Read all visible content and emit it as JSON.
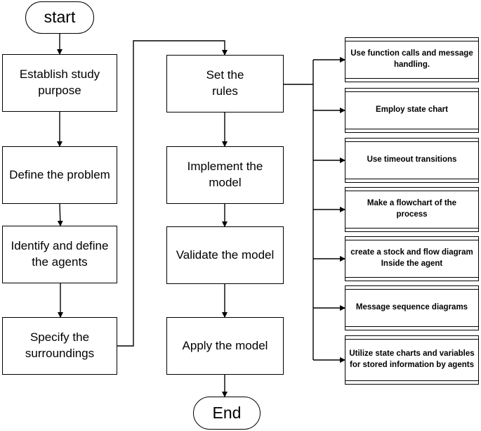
{
  "flow": {
    "start": "start",
    "end": "End",
    "column1": [
      "Establish study\npurpose",
      "Define the problem",
      "Identify and define\nthe agents",
      "Specify the\nsurroundings"
    ],
    "column2": [
      "Set the\nrules",
      "Implement the\nmodel",
      "Validate the model",
      "Apply the model"
    ]
  },
  "rule_options": [
    "Use function calls and message\nhandling.",
    "Employ state chart",
    "Use timeout transitions",
    "Make a flowchart of the\nprocess",
    "create a stock and flow diagram\nInside the agent",
    "Message sequence diagrams",
    "Utilize state charts and variables\nfor stored information by agents"
  ]
}
